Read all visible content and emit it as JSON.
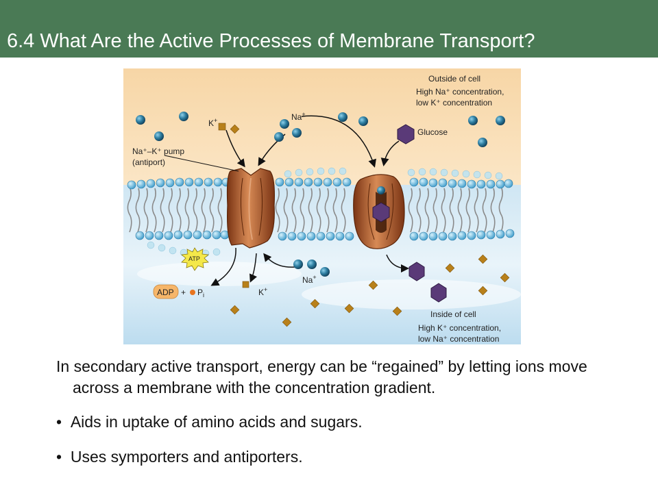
{
  "slide": {
    "title": "6.4 What Are the Active Processes of Membrane Transport?",
    "intro": "In secondary active transport, energy can be “regained” by letting ions move across a membrane with the concentration gradient.",
    "bullets": [
      "Aids in uptake of amino acids and sugars.",
      "Uses symporters and antiporters."
    ],
    "bullet_marker": "•"
  },
  "figure": {
    "outside_title": "Outside of cell",
    "outside_line1": "High Na⁺ concentration,",
    "outside_line2": "low K⁺ concentration",
    "inside_title": "Inside of cell",
    "inside_line1": "High K⁺ concentration,",
    "inside_line2": "low Na⁺ concentration",
    "pump_line1": "Na⁺–K⁺ pump",
    "pump_line2": "(antiport)",
    "k_top": "K",
    "na_top": "Na",
    "glucose": "Glucose",
    "atp": "ATP",
    "adp": "ADP",
    "plus": "+",
    "pi": "P",
    "pi_sub": "i",
    "na_bottom": "Na",
    "k_bottom": "K",
    "plus_sup": "+",
    "colors": {
      "title_bar": "#4a7a55",
      "ion_na": "#1f5a7a",
      "ion_k": "#b8801a",
      "glucose": "#5a3a78",
      "protein": "#b5622f",
      "lipid_head": "#5fb2d6",
      "atp": "#f4e84a",
      "adp_box": "#f6b66a"
    }
  }
}
